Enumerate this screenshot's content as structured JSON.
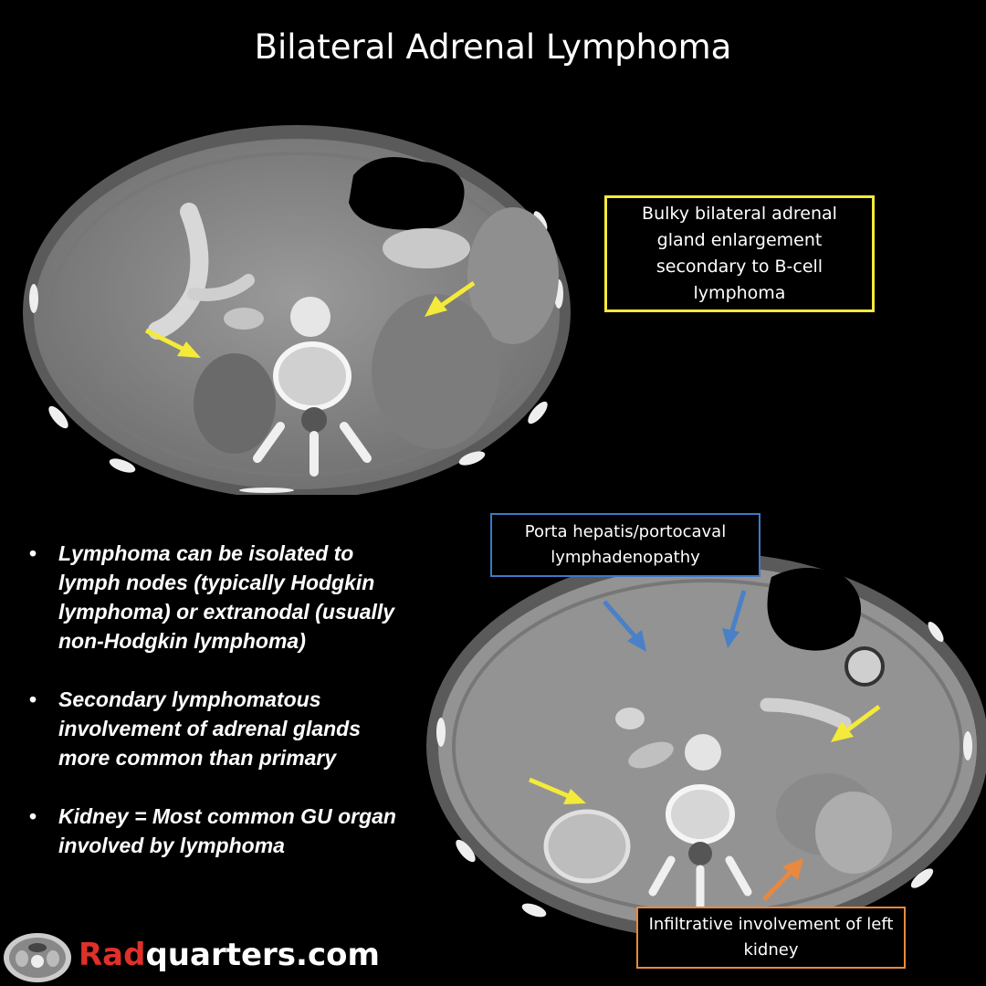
{
  "title": "Bilateral Adrenal Lymphoma",
  "callouts": {
    "adrenal": "Bulky bilateral adrenal gland enlargement secondary to B-cell lymphoma",
    "porta": "Porta hepatis/portocaval lymphadenopathy",
    "kidney": "Infiltrative involvement of left kidney"
  },
  "bullets": [
    "Lymphoma can be isolated to lymph nodes (typically Hodgkin lymphoma) or extranodal (usually non-Hodgkin lymphoma)",
    "Secondary lymphomatous involvement of adrenal glands more common than primary",
    "Kidney = Most common GU organ involved by lymphoma"
  ],
  "bullet_marker": "•",
  "logo": {
    "part1": "Rad",
    "part2": "quarters",
    "part3": ".com"
  },
  "colors": {
    "adrenal_arrow": "#f4ea3a",
    "porta_arrow": "#4a80c8",
    "kidney_arrow": "#e8893f",
    "logo_red": "#e0302a"
  }
}
